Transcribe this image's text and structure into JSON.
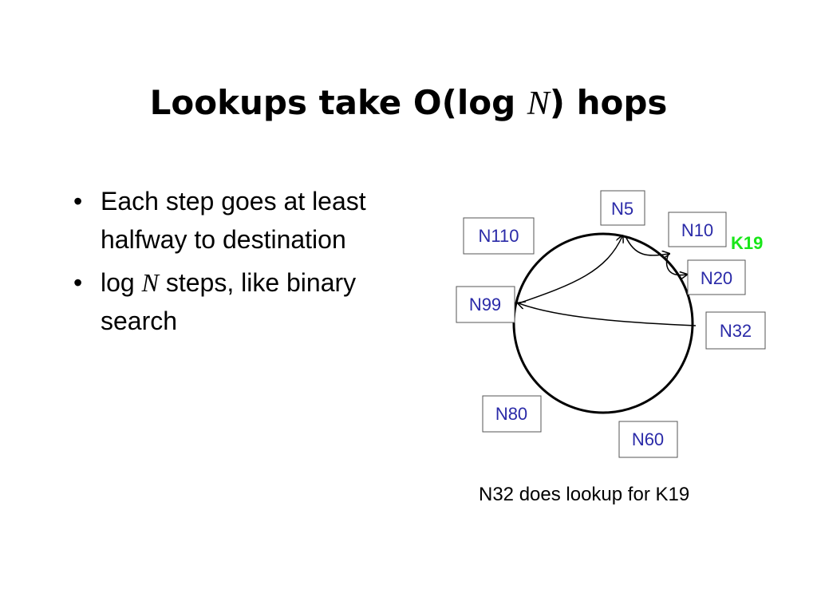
{
  "slide": {
    "title_prefix": "Lookups take O(log ",
    "title_var": "N",
    "title_suffix": ") hops",
    "bullets": [
      {
        "text": "Each step goes at least halfway to destination"
      },
      {
        "prefix": "log ",
        "var": "N",
        "suffix": " steps, like binary search"
      }
    ]
  },
  "diagram": {
    "nodes": {
      "n5": "N5",
      "n10": "N10",
      "n20": "N20",
      "n32": "N32",
      "n60": "N60",
      "n80": "N80",
      "n99": "N99",
      "n110": "N110"
    },
    "key": "K19",
    "key_color": "#19e619",
    "node_text_color": "#2a2aa8",
    "caption": "N32 does lookup for K19"
  }
}
